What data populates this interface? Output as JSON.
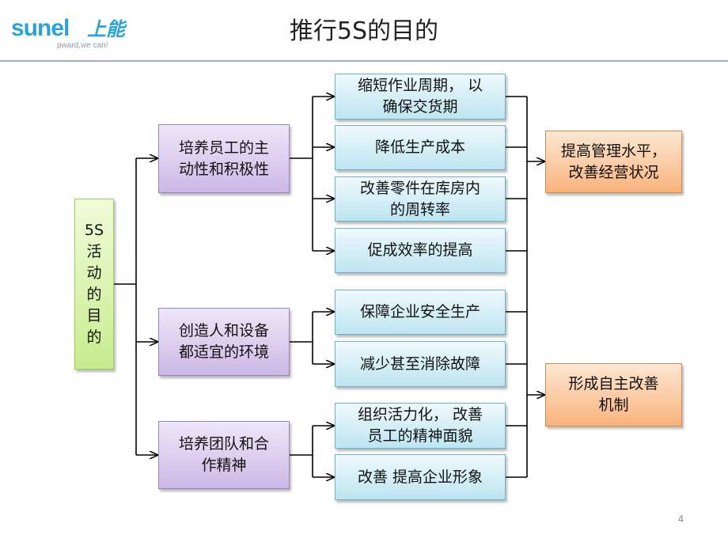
{
  "logo": {
    "text": "sunel",
    "chinese": "上能",
    "tagline": "pward,we can!"
  },
  "title": "推行5S的目的",
  "page_number": "4",
  "root": {
    "label": "5S\n活\n动\n的\n目\n的"
  },
  "middle": [
    {
      "label": "培养员工的主\n动性和积极性"
    },
    {
      "label": "创造人和设备\n都适宜的环境"
    },
    {
      "label": "培养团队和合\n作精神"
    }
  ],
  "leaves": [
    {
      "label": "缩短作业周期， 以\n确保交货期"
    },
    {
      "label": "降低生产成本"
    },
    {
      "label": "改善零件在库房内\n的周转率"
    },
    {
      "label": "促成效率的提高"
    },
    {
      "label": "保障企业安全生产"
    },
    {
      "label": "减少甚至消除故障"
    },
    {
      "label": "组织活力化， 改善\n员工的精神面貌"
    },
    {
      "label": "改善 提高企业形象"
    }
  ],
  "results": [
    {
      "label": "提高管理水平，\n改善经营状况"
    },
    {
      "label": "形成自主改善\n机制"
    }
  ]
}
